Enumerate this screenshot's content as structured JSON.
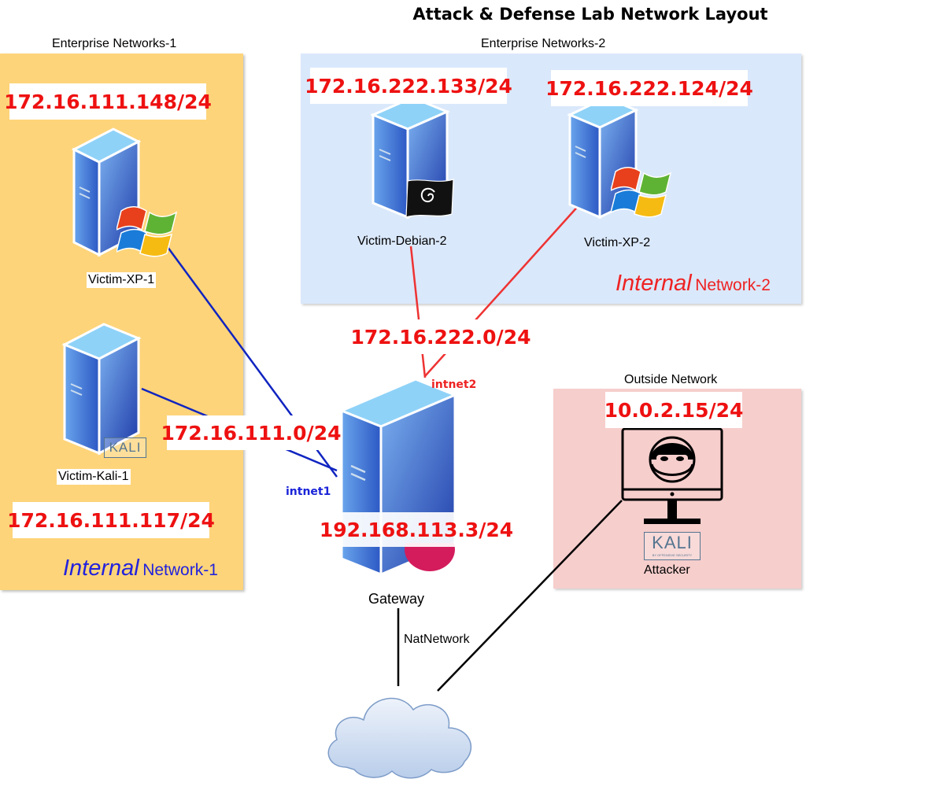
{
  "title": "Attack & Defense Lab Network Layout",
  "colors": {
    "zone1": "#fdd47a",
    "zone2": "#dae8fb",
    "outside": "#f6cecc",
    "ip_text": "#ee1111",
    "link_blue": "#1024c0",
    "link_red": "#ee3333",
    "link_black": "#000000",
    "internal1_text": "#2222dd",
    "internal2_text": "#ee2222"
  },
  "zones": {
    "enterprise1": {
      "label": "Enterprise Networks-1",
      "internal_big": "Internal",
      "internal_rest": "Network-1"
    },
    "enterprise2": {
      "label": "Enterprise Networks-2",
      "internal_big": "Internal",
      "internal_rest": "Network-2"
    },
    "outside": {
      "label": "Outside Network"
    }
  },
  "nodes": {
    "victim_xp_1": {
      "label": "Victim-XP-1",
      "ip": "172.16.111.148/24",
      "icon": "windows-server-icon"
    },
    "victim_kali_1": {
      "label": "Victim-Kali-1",
      "ip": "172.16.111.117/24",
      "icon": "kali-server-icon",
      "badge": "KALI"
    },
    "victim_debian_2": {
      "label": "Victim-Debian-2",
      "ip": "172.16.222.133/24",
      "icon": "debian-server-icon"
    },
    "victim_xp_2": {
      "label": "Victim-XP-2",
      "ip": "172.16.222.124/24",
      "icon": "windows-server-icon"
    },
    "gateway": {
      "label": "Gateway",
      "ip": "192.168.113.3/24",
      "icon": "debian-server-icon"
    },
    "attacker": {
      "label": "Attacker",
      "ip": "10.0.2.15/24",
      "icon": "hacker-monitor-icon",
      "badge": "KALI",
      "badge_sub": "BY OFFENSIVE SECURITY"
    }
  },
  "links": {
    "subnet1": "172.16.111.0/24",
    "subnet2": "172.16.222.0/24",
    "intnet1": "intnet1",
    "intnet2": "intnet2",
    "natnetwork": "NatNetwork"
  }
}
